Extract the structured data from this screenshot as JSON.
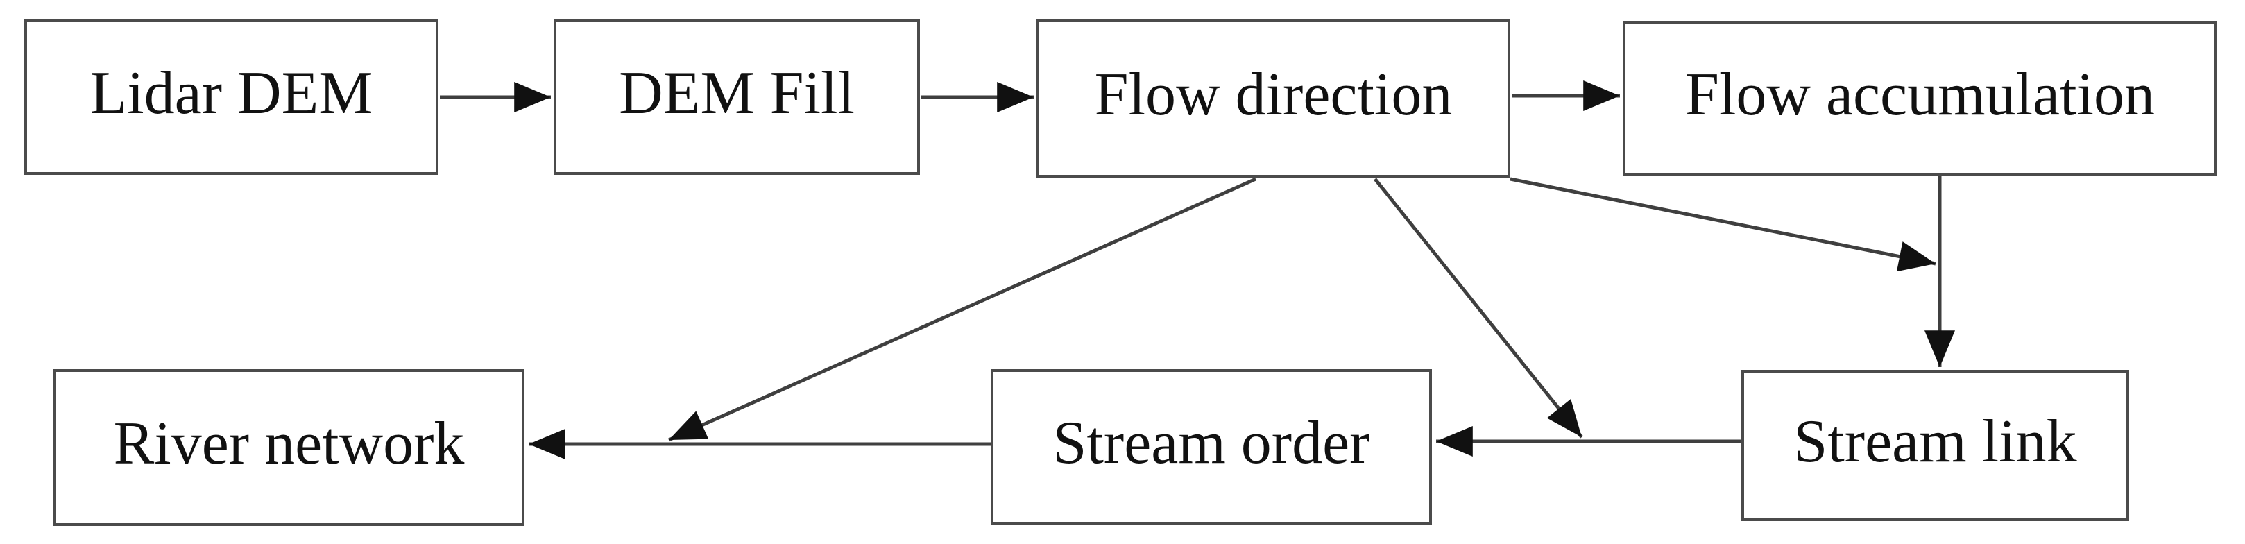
{
  "diagram": {
    "type": "flowchart",
    "description": "Hydrological river-network extraction workflow flowchart",
    "colors": {
      "background": "#ffffff",
      "node_fill": "#ffffff",
      "node_border": "#4b4b4b",
      "text": "#111111",
      "line": "#3f3f3f",
      "arrowhead": "#111111"
    },
    "nodes": [
      {
        "id": "lidar_dem",
        "label": "Lidar DEM"
      },
      {
        "id": "dem_fill",
        "label": "DEM Fill"
      },
      {
        "id": "flow_direction",
        "label": "Flow direction"
      },
      {
        "id": "flow_accumulation",
        "label": "Flow accumulation"
      },
      {
        "id": "river_network",
        "label": "River network"
      },
      {
        "id": "stream_order",
        "label": "Stream order"
      },
      {
        "id": "stream_link",
        "label": "Stream link"
      }
    ],
    "edges": [
      {
        "from": "Lidar DEM",
        "to": "DEM Fill"
      },
      {
        "from": "DEM Fill",
        "to": "Flow direction"
      },
      {
        "from": "Flow direction",
        "to": "Flow accumulation"
      },
      {
        "from": "Flow accumulation",
        "to": "Stream link"
      },
      {
        "from": "Flow direction",
        "to": "Stream link"
      },
      {
        "from": "Flow direction",
        "to": "Stream order"
      },
      {
        "from": "Flow direction",
        "to": "River network"
      },
      {
        "from": "Stream link",
        "to": "Stream order"
      },
      {
        "from": "Stream order",
        "to": "River network"
      }
    ]
  }
}
